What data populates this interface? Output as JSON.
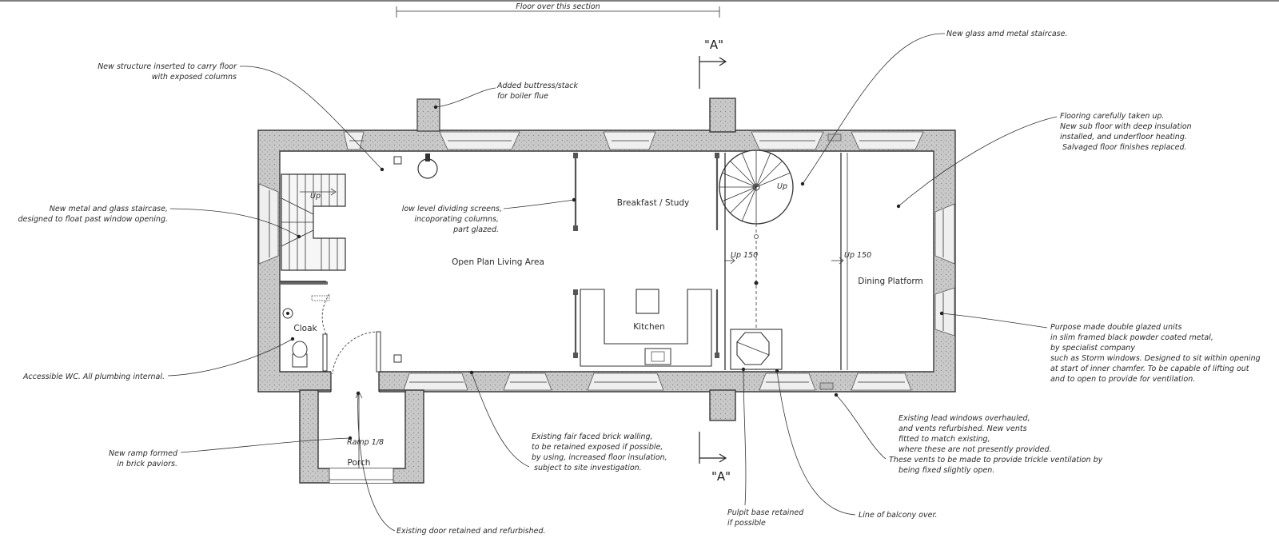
{
  "header": {
    "floor_over_label": "Floor over this section"
  },
  "section_markers": {
    "top": "\"A\"",
    "bottom": "\"A\""
  },
  "rooms": {
    "open_plan": "Open Plan Living Area",
    "breakfast": "Breakfast / Study",
    "kitchen": "Kitchen",
    "dining": "Dining Platform",
    "cloak": "Cloak",
    "porch": "Porch"
  },
  "small_labels": {
    "up_stair_left": "Up",
    "up_spiral": "Up",
    "up_150_a": "Up 150",
    "up_150_b": "Up 150",
    "ramp": "Ramp 1/8"
  },
  "annotations": {
    "new_structure": [
      "New structure inserted to carry floor",
      "with exposed columns"
    ],
    "buttress": [
      "Added buttress/stack",
      "for boiler flue"
    ],
    "glass_metal_stair": [
      "New glass amd metal staircase."
    ],
    "flooring": [
      "Flooring carefully taken up.",
      "New sub floor with deep insulation",
      "installed, and underfloor heating.",
      " Salvaged floor finishes replaced."
    ],
    "metal_glass_stair": [
      "New metal and glass staircase,",
      "designed to float past window opening."
    ],
    "screens": [
      "low level dividing screens,",
      "incoporating columns,",
      "part glazed."
    ],
    "double_glazed": [
      "Purpose made double glazed units",
      "in slim framed black powder coated metal,",
      "by specialist company",
      "such as Storm windows. Designed to sit within opening",
      "at start of inner chamfer. To be capable of lifting out",
      "and to open to provide for ventilation."
    ],
    "accessible_wc": [
      "Accessible WC. All plumbing internal."
    ],
    "brick_walling": [
      "Existing fair faced brick walling,",
      "to be retained exposed if possible,",
      "by using, increased floor insulation,",
      "subject to site investigation."
    ],
    "lead_windows": [
      "Existing lead windows overhauled,",
      "and vents refurbished. New vents",
      "fitted to match existing,",
      "where these are not presently provided.",
      "These vents to be made to provide trickle ventilation by",
      "being fixed slightly open."
    ],
    "ramp": [
      "New ramp formed",
      "in brick paviors."
    ],
    "pulpit": [
      "Pulpit base retained",
      "if possible"
    ],
    "balcony": [
      "Line of balcony over."
    ],
    "existing_door": [
      "Existing door retained and refurbished."
    ]
  }
}
